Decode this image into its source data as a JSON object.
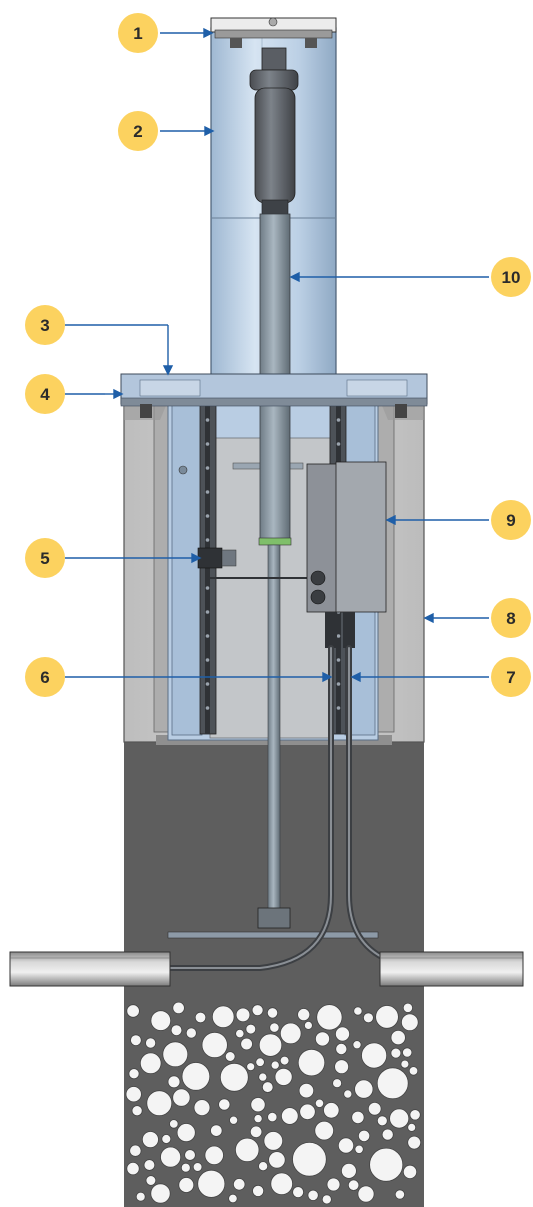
{
  "diagram": {
    "colors": {
      "badge_fill": "#fcd25f",
      "badge_text": "#2b2b2b",
      "leader": "#1f5fa8",
      "steel_blue": "#b9cde3",
      "concrete": "#c9c9c9",
      "gravel_bg": "#5e5e5e",
      "gravel_stone": "#f4f4f4"
    },
    "callouts": [
      {
        "label": "1"
      },
      {
        "label": "2"
      },
      {
        "label": "3"
      },
      {
        "label": "4"
      },
      {
        "label": "5"
      },
      {
        "label": "6"
      },
      {
        "label": "7"
      },
      {
        "label": "8"
      },
      {
        "label": "9"
      },
      {
        "label": "10"
      }
    ]
  }
}
